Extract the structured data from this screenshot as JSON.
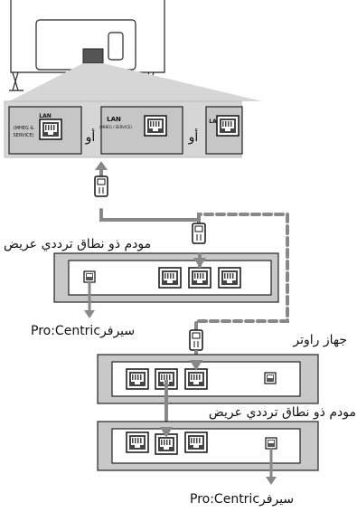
{
  "tv_panel": {
    "port1": {
      "title": "LAN",
      "subtitle": "(MHEG &\nSERVICE)"
    },
    "sep1": "أو",
    "port2": {
      "title": "LAN",
      "subtitle": "(MHEG / SERVICE)"
    },
    "sep2": "أو",
    "port3": {
      "title": "LAN"
    }
  },
  "labels": {
    "modem_top": "مودم ذو نطاق ترددي عريض",
    "server_top": "Pro:Centricسيرفر",
    "router": "جهاز راوتر",
    "modem_bottom": "مودم ذو نطاق ترددي عريض",
    "server_bottom": "Pro:Centricسيرفر"
  },
  "colors": {
    "box_fill": "#c8c8c8",
    "panel_fill": "#d6d6d6",
    "cable": "#8a8a8a",
    "line": "#222222"
  }
}
